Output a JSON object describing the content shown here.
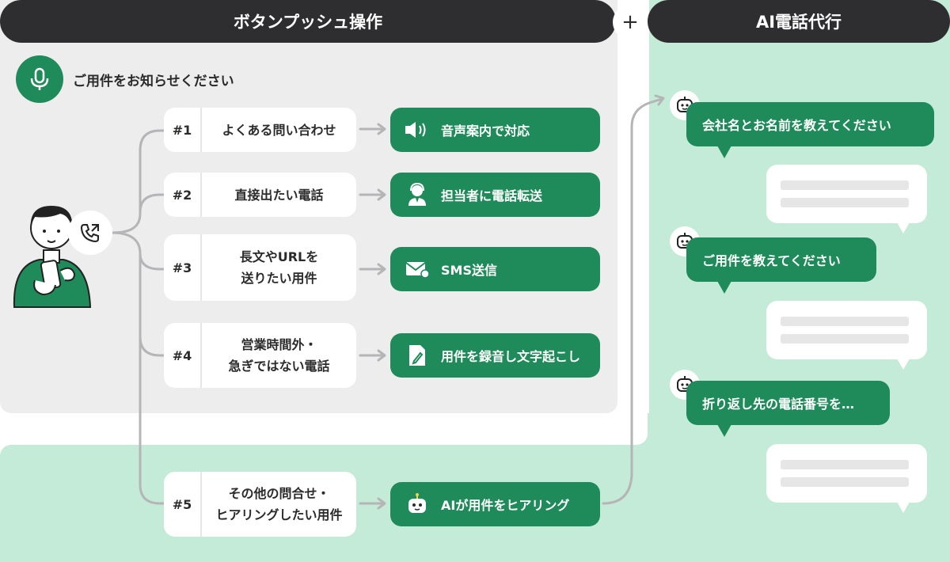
{
  "headers": {
    "button_push": "ボタンプッシュ操作",
    "plus": "+",
    "ai_agent": "AI電話代行"
  },
  "prompt": "ご用件をお知らせください",
  "options": [
    {
      "num": "#1",
      "label": "よくある問い合わせ",
      "action": "音声案内で対応",
      "icon": "speaker-icon"
    },
    {
      "num": "#2",
      "label": "直接出たい電話",
      "action": "担当者に電話転送",
      "icon": "operator-icon"
    },
    {
      "num": "#3",
      "label_line1": "長文やURLを",
      "label_line2": "送りたい用件",
      "action": "SMS送信",
      "icon": "mail-icon"
    },
    {
      "num": "#4",
      "label_line1": "営業時間外・",
      "label_line2": "急ぎではない電話",
      "action": "用件を録音し文字起こし",
      "icon": "document-edit-icon"
    },
    {
      "num": "#5",
      "label_line1": "その他の問合せ・",
      "label_line2": "ヒアリングしたい用件",
      "action": "AIが用件をヒアリング",
      "icon": "robot-icon"
    }
  ],
  "chat": [
    {
      "bot": "会社名とお名前を教えてください"
    },
    {
      "bot": "ご用件を教えてください"
    },
    {
      "bot": "折り返し先の電話番号を…"
    }
  ],
  "colors": {
    "green": "#1f8a5a",
    "light_green": "#c3ebd8",
    "gray_panel": "#ededee",
    "header_dark": "#2e2e30"
  }
}
